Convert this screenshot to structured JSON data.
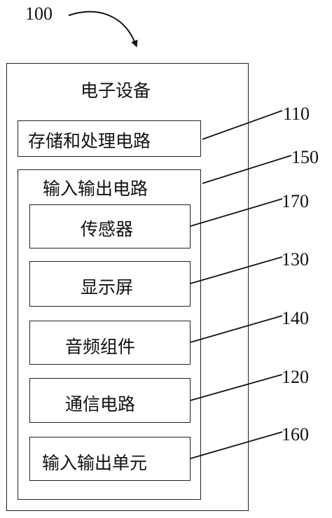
{
  "figure_ref": "100",
  "device": {
    "title": "电子设备"
  },
  "storage": {
    "label": "存储和处理电路",
    "ref": "110"
  },
  "io_circuit": {
    "label": "输入输出电路",
    "ref": "150"
  },
  "components": [
    {
      "label": "传感器",
      "ref": "170"
    },
    {
      "label": "显示屏",
      "ref": "130"
    },
    {
      "label": "音频组件",
      "ref": "140"
    },
    {
      "label": "通信电路",
      "ref": "120"
    },
    {
      "label": "输入输出单元",
      "ref": "160"
    }
  ]
}
